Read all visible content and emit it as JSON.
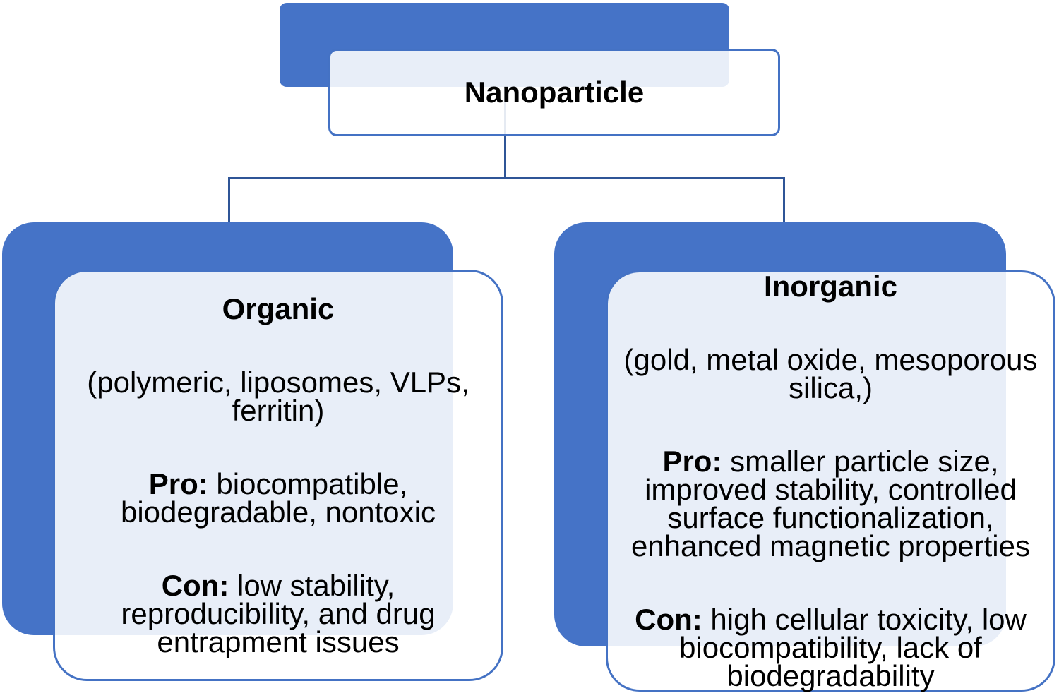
{
  "colors": {
    "accent": "#4573C7",
    "border": "#4472C4",
    "line": "#2F5597",
    "overlap_tint": "#E8EEF8"
  },
  "root": {
    "title": "Nanoparticle"
  },
  "branches": [
    {
      "id": "organic",
      "title": "Organic",
      "subtitle": "(polymeric, liposomes, VLPs,\nferritin)",
      "pro_label": "Pro:",
      "pro_text": " biocompatible,\nbiodegradable, nontoxic",
      "con_label": "Con:",
      "con_text": " low stability,\nreproducibility, and drug\nentrapment issues"
    },
    {
      "id": "inorganic",
      "title": "Inorganic",
      "subtitle": "(gold, metal oxide, mesoporous\nsilica,)",
      "pro_label": "Pro:",
      "pro_text": " smaller particle size,\nimproved stability, controlled\nsurface functionalization,\nenhanced magnetic properties",
      "con_label": "Con:",
      "con_text": " high cellular toxicity, low\nbiocompatibility, lack of\nbiodegradability"
    }
  ]
}
